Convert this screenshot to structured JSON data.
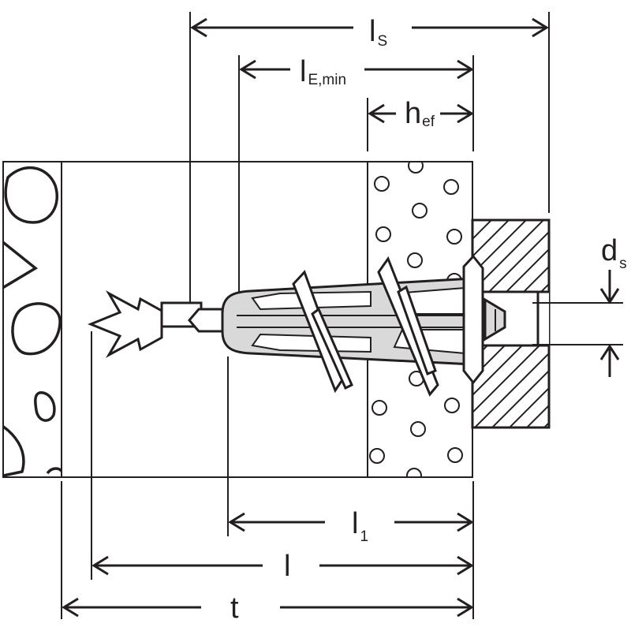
{
  "colors": {
    "ink": "#231f20",
    "tile": "#d6d6d6",
    "dowel": "#d9d9d9",
    "paper": "#ffffff"
  },
  "labels": {
    "ls": {
      "main": "l",
      "sub": "S"
    },
    "lemin": {
      "main": "l",
      "sub": "E,min"
    },
    "hef": {
      "main": "h",
      "sub": "ef"
    },
    "ds": {
      "main": "d",
      "sub": "s"
    },
    "l1": {
      "main": "l",
      "sub": "1"
    },
    "l": {
      "main": "l"
    },
    "t": {
      "main": "t"
    }
  }
}
